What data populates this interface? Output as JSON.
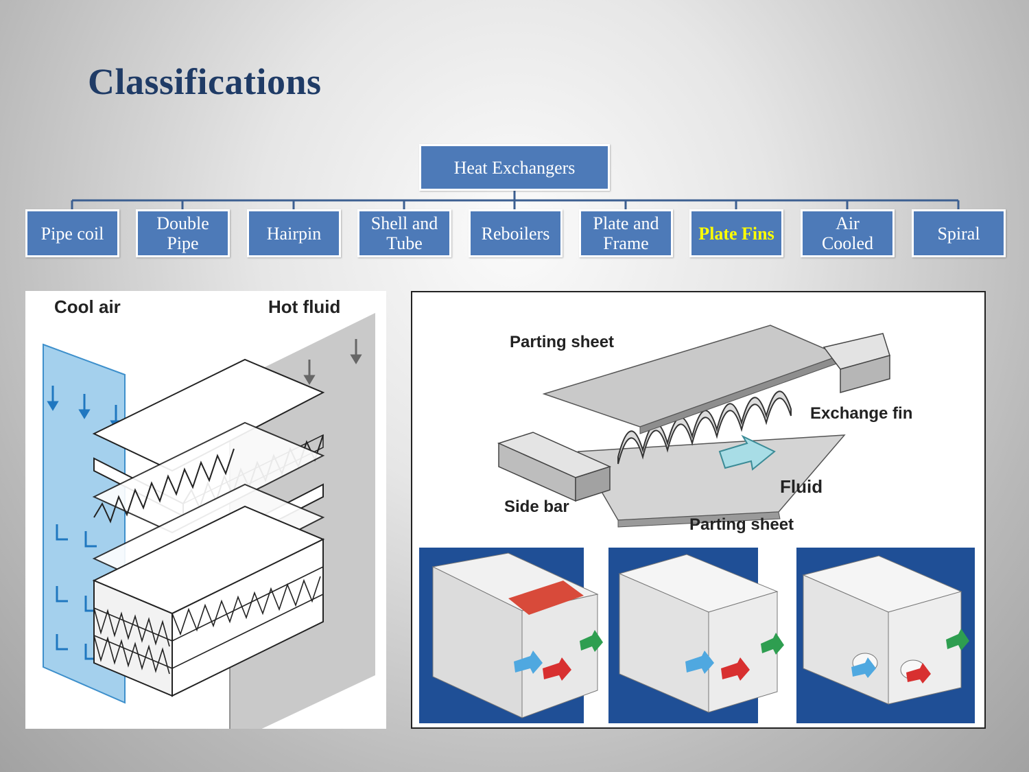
{
  "slide": {
    "title": "Classifications"
  },
  "hierarchy": {
    "root": "Heat  Exchangers",
    "children": [
      {
        "label": "Pipe coil",
        "highlighted": false
      },
      {
        "label": "Double\nPipe",
        "highlighted": false
      },
      {
        "label": "Hairpin",
        "highlighted": false
      },
      {
        "label": "Shell  and\nTube",
        "highlighted": false
      },
      {
        "label": "Reboilers",
        "highlighted": false
      },
      {
        "label": "Plate  and\nFrame",
        "highlighted": false
      },
      {
        "label": "Plate Fins",
        "highlighted": true
      },
      {
        "label": "Air\nCooled",
        "highlighted": false
      },
      {
        "label": "Spiral",
        "highlighted": false
      }
    ],
    "box_color": "#4d7ab8",
    "highlight_color": "#ffff00"
  },
  "left_diagram": {
    "label_cool": "Cool air",
    "label_hot": "Hot fluid"
  },
  "right_diagram": {
    "parting_sheet_top": "Parting sheet",
    "exchange_fin": "Exchange fin",
    "fluid": "Fluid",
    "side_bar": "Side bar",
    "parting_sheet_bottom": "Parting sheet"
  }
}
